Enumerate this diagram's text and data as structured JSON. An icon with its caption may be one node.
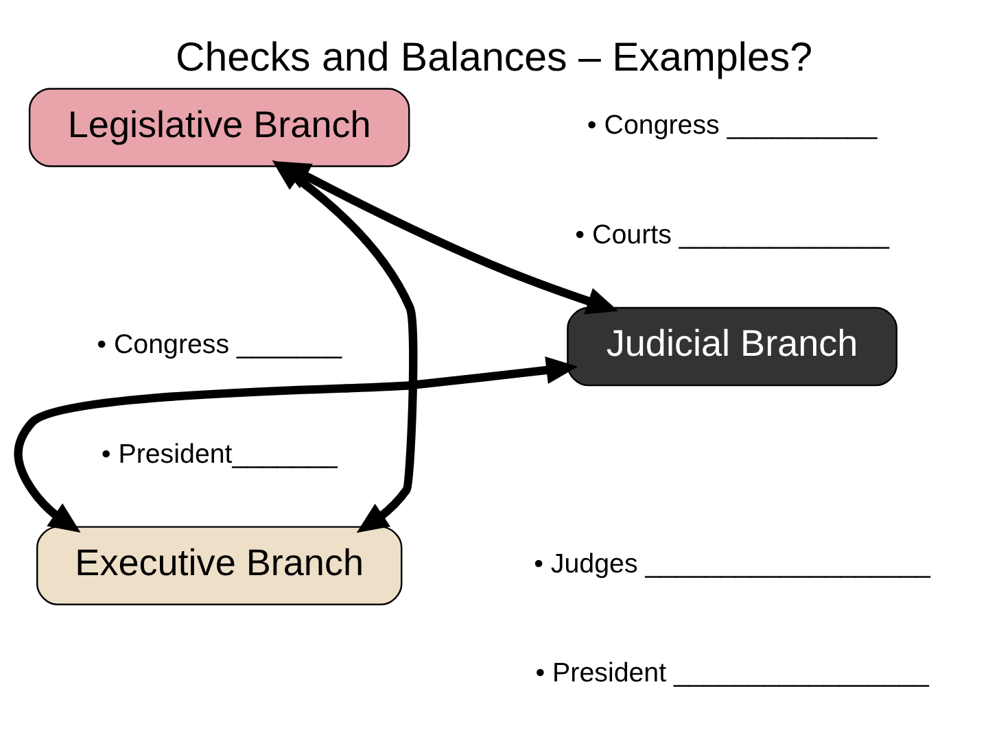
{
  "diagram": {
    "title": "Checks and Balances – Examples?",
    "nodes": [
      {
        "text": [
          "Legislative Branch"
        ]
      },
      {
        "text": [
          "Judicial Branch"
        ]
      },
      {
        "text": [
          "Executive Branch"
        ]
      }
    ],
    "edges": [
      {
        "from": 0,
        "to": 1,
        "arrow": "both"
      },
      {
        "from": 0,
        "to": 2,
        "arrow": "both"
      },
      {
        "from": 1,
        "to": 2,
        "arrow": "both"
      }
    ],
    "labels": [
      "• Congress __________",
      "• Courts ______________",
      "• Congress _______",
      "• President_______",
      "• Judges ___________________",
      "• President _________________"
    ]
  }
}
